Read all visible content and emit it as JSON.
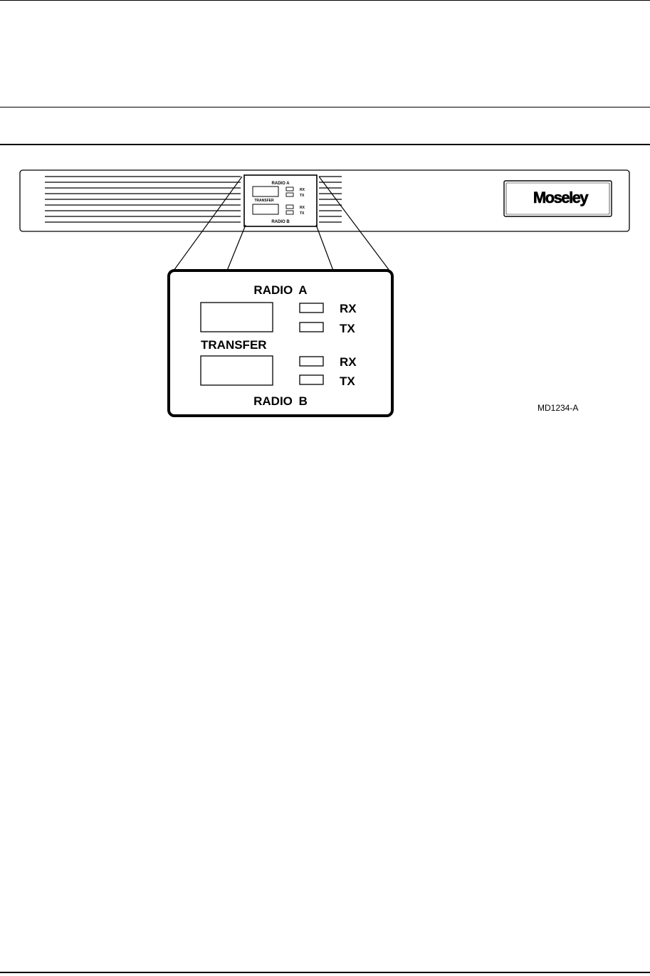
{
  "panel": {
    "brand": "Moseley",
    "mini_labels": {
      "radio_a": "RADIO A",
      "rx_1": "RX",
      "tx_1": "TX",
      "transfer": "TRANSFER",
      "rx_2": "RX",
      "tx_2": "TX",
      "radio_b": "RADIO B"
    }
  },
  "detail": {
    "radio_a": "RADIO A",
    "rx_1": "RX",
    "tx_1": "TX",
    "transfer": "TRANSFER",
    "rx_2": "RX",
    "tx_2": "TX",
    "radio_b": "RADIO B"
  },
  "drawing_number": "MD1234-A"
}
